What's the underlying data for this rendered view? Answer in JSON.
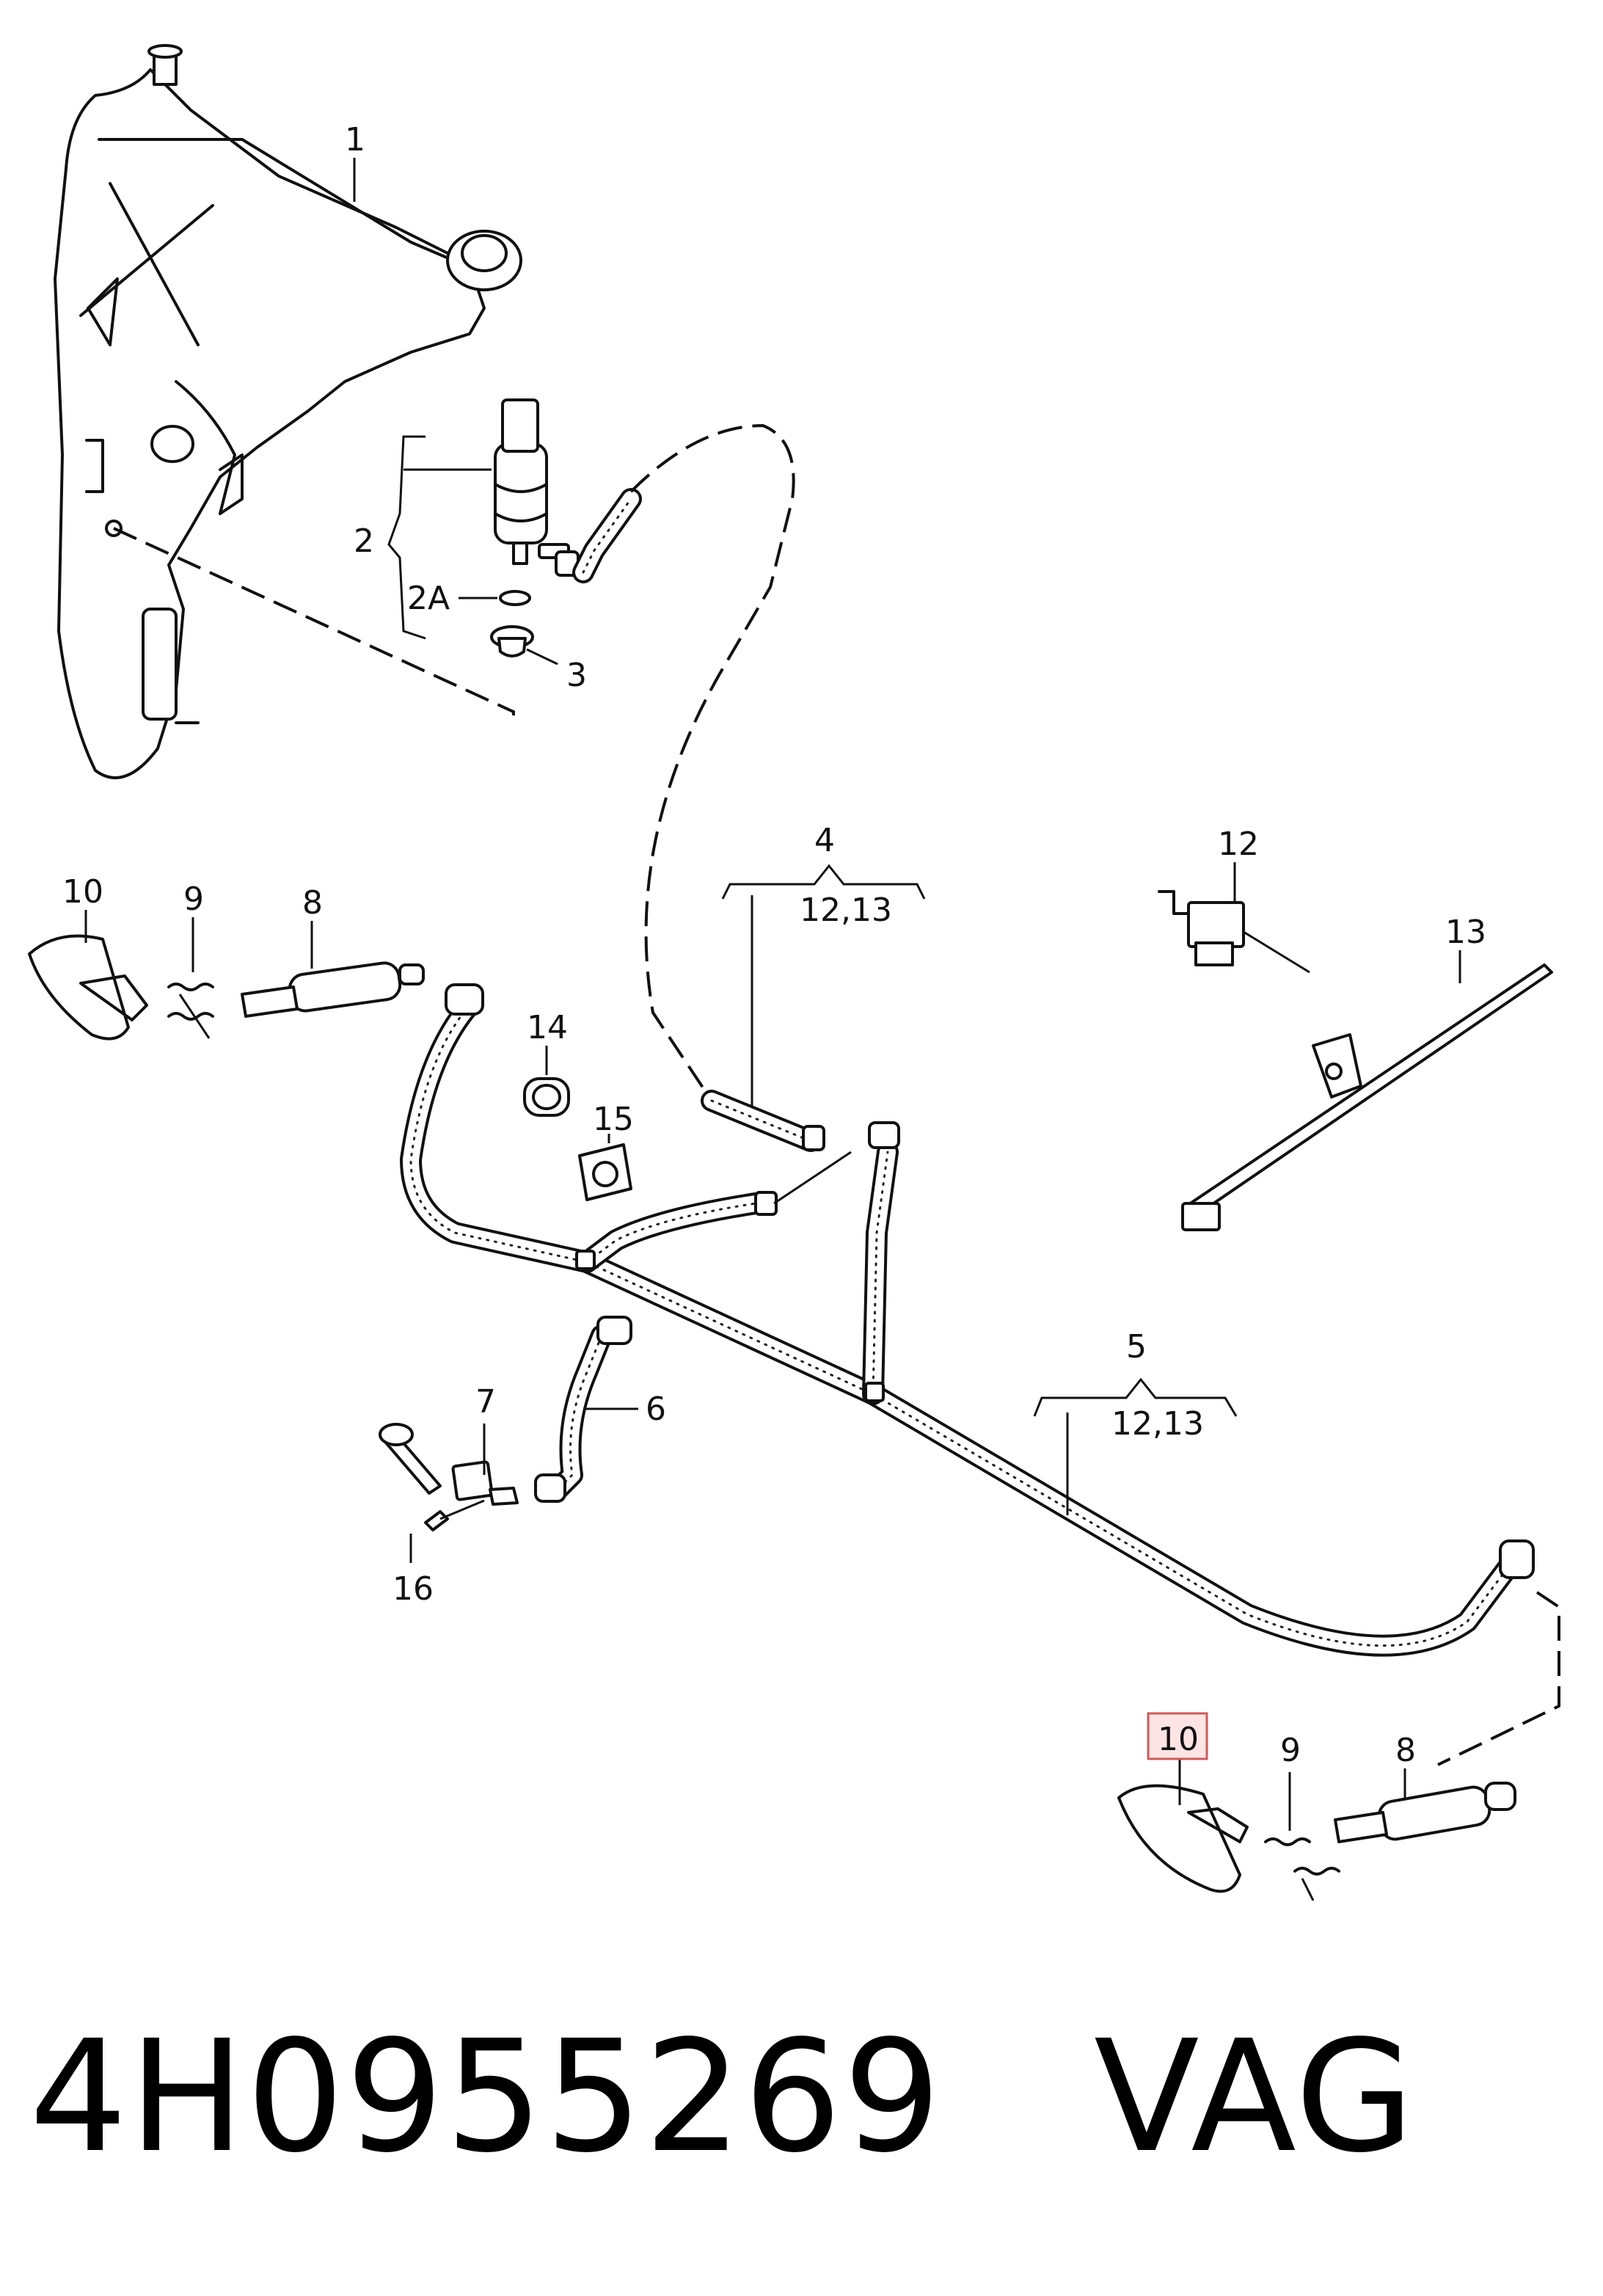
{
  "callouts": {
    "c1": "1",
    "c2": "2",
    "c2a": "2A",
    "c3": "3",
    "c4": "4",
    "c4sub": "12,13",
    "c5": "5",
    "c5sub": "12,13",
    "c6": "6",
    "c7": "7",
    "c8a": "8",
    "c8b": "8",
    "c9a": "9",
    "c9b": "9",
    "c10a": "10",
    "c10b": "10",
    "c12": "12",
    "c13": "13",
    "c14": "14",
    "c15": "15",
    "c16": "16"
  },
  "footer": {
    "part_number": "4H0955269",
    "brand": "VAG"
  },
  "colors": {
    "highlight_fill": "#fde4e4",
    "highlight_stroke": "#d05858"
  }
}
